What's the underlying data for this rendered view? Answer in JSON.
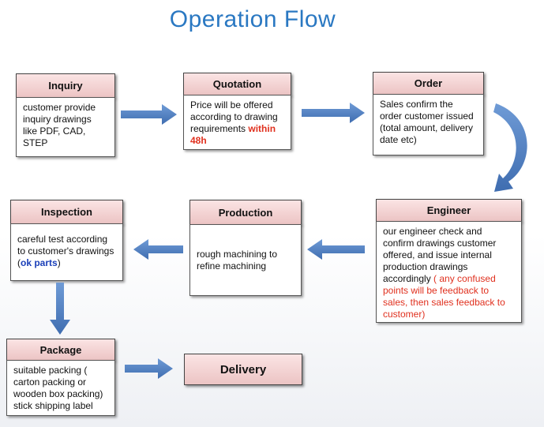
{
  "title": "Operation  Flow",
  "steps": {
    "inquiry": {
      "header": "Inquiry",
      "text": "customer provide inquiry drawings like PDF, CAD, STEP"
    },
    "quotation": {
      "header": "Quotation",
      "text": "Price will be offered according to drawing requirements ",
      "highlight": "within 48h"
    },
    "order": {
      "header": "Order",
      "text": "Sales confirm the order customer issued  (total amount, delivery date etc)"
    },
    "engineer": {
      "header": "Engineer",
      "text": "our engineer check and confirm drawings customer offered, and issue internal production drawings accordingly",
      "highlight": " ( any confused points will be feedback to sales, then sales feedback to customer)"
    },
    "production": {
      "header": "Production",
      "text": "rough machining to refine machining"
    },
    "inspection": {
      "header": "Inspection",
      "text": "careful test according to customer's drawings (",
      "highlight": "ok parts",
      "text_end": ")"
    },
    "package": {
      "header": "Package",
      "text": "suitable packing ( carton packing or wooden box packing) stick shipping label"
    },
    "delivery": {
      "label": "Delivery"
    }
  },
  "colors": {
    "title": "#2a78c2",
    "arrow": "#4f7fc0",
    "header_fill": "#f2d2d2",
    "highlight_red": "#e0301e",
    "highlight_blue": "#1a3fb8"
  }
}
